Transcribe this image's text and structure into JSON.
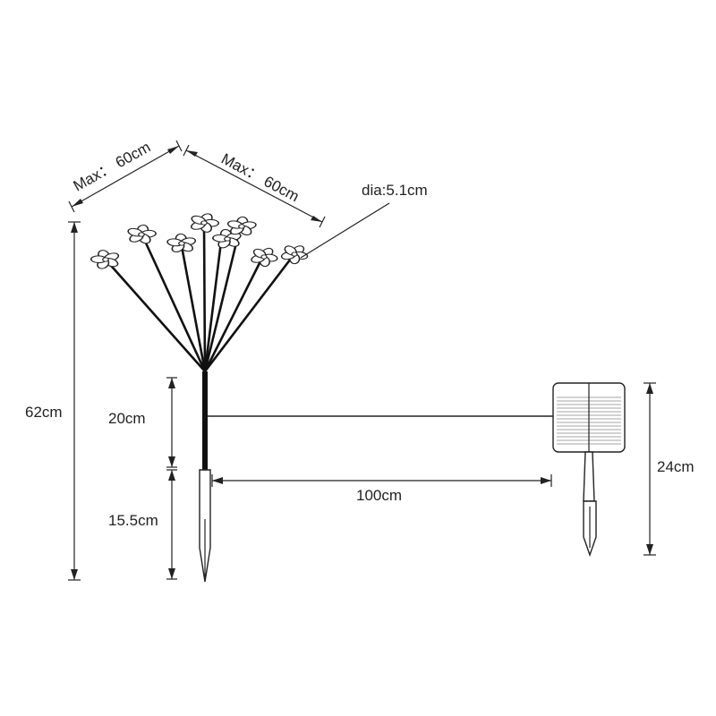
{
  "labels": {
    "max_width_left": "Max： 60cm",
    "max_width_right": "Max： 60cm",
    "flower_diameter": "dia:5.1cm",
    "total_height": "62cm",
    "stem_height": "20cm",
    "stake_height": "15.5cm",
    "cable_length": "100cm",
    "panel_height": "24cm"
  },
  "colors": {
    "line": "#222222",
    "stem": "#111111",
    "background": "#ffffff"
  },
  "icons": {
    "flower": "five-petal-flower-icon",
    "solar_panel": "solar-panel-icon",
    "ground_stake": "ground-stake-icon"
  }
}
